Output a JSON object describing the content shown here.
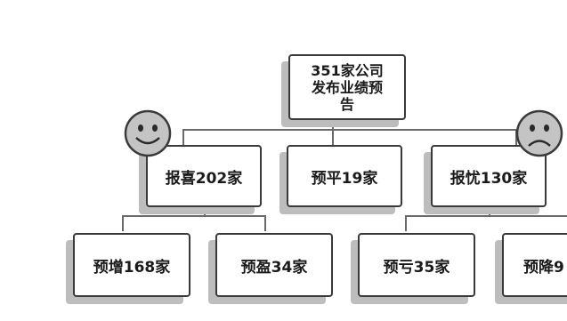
{
  "diagram": {
    "root": {
      "line1": "351家公司",
      "line2": "发布业绩预",
      "line3": "告"
    },
    "level1": [
      {
        "label": "报喜202家",
        "mood": "smile-face-icon"
      },
      {
        "label": "预平19家"
      },
      {
        "label": "报忧130家",
        "mood": "frown-face-icon"
      }
    ],
    "level2": [
      {
        "label": "预增168家"
      },
      {
        "label": "预盈34家"
      },
      {
        "label": "预亏35家"
      },
      {
        "label": "预降9"
      }
    ]
  },
  "colors": {
    "box_border": "#3a3a3a",
    "box_shadow": "#bdbdbd",
    "face_fill": "#c4c4c4",
    "line": "#6a6a6a"
  }
}
